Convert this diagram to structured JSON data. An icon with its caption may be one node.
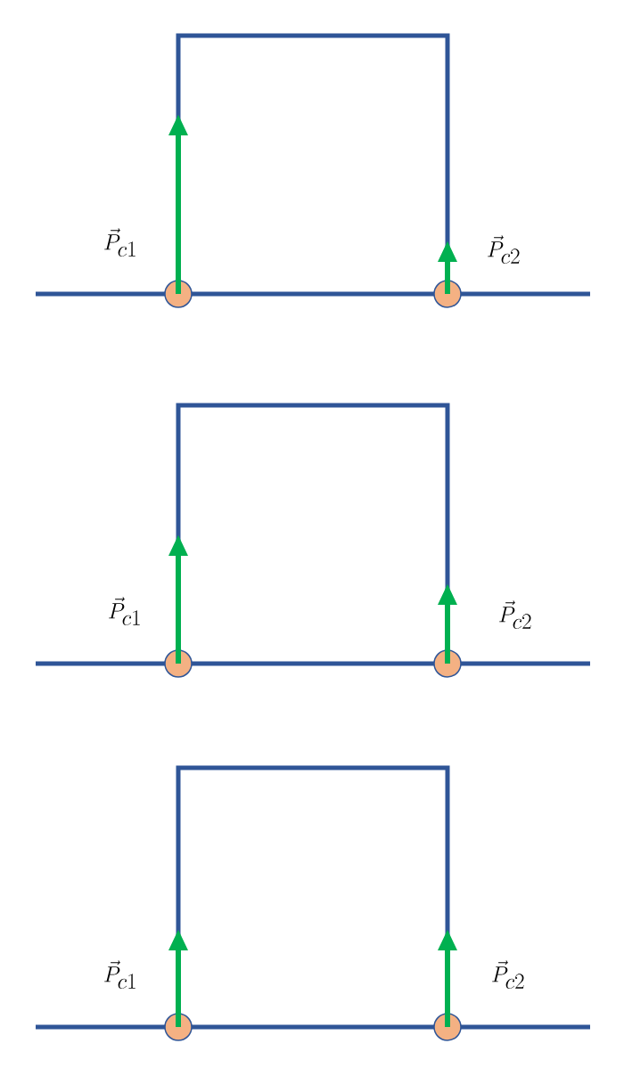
{
  "diagram": {
    "labels": [
      "\\vec{P}_{c1}",
      "\\vec{P}_{c2}",
      "\\vec{P}_{c1}",
      "\\vec{P}_{c2}",
      "\\vec{P}_{c1}",
      "\\vec{P}_{c2}"
    ]
  }
}
